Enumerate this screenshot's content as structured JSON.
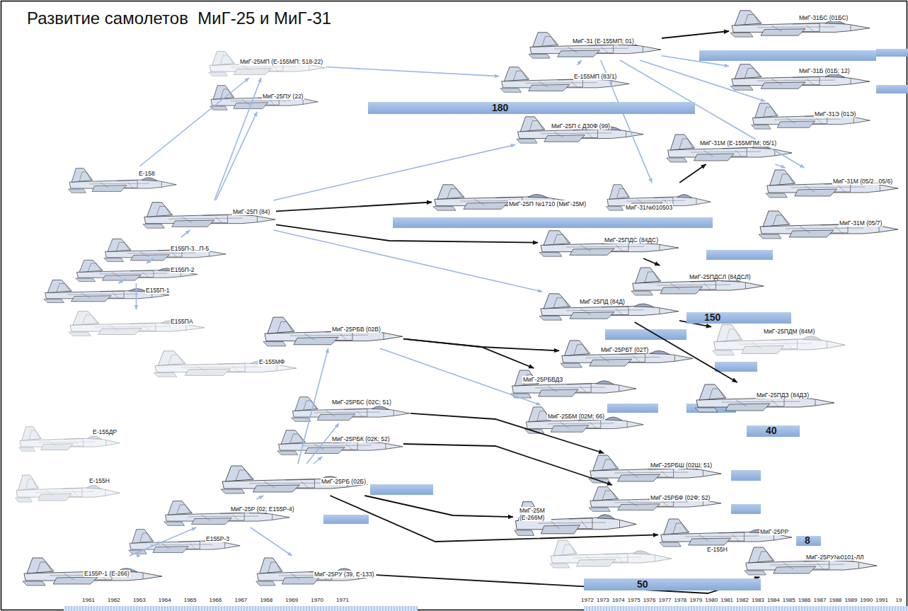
{
  "diagram": {
    "title": "Развитие самолетов  МиГ-25 и МиГ-31",
    "nodes": [
      {
        "text": [
          "Е-158"
        ]
      },
      {
        "text": [
          "МиГ-25МП (Е-155МП; 518-22)"
        ]
      },
      {
        "text": [
          "МиГ-25ПУ (22)"
        ]
      },
      {
        "text": [
          "МиГ-25П (84)"
        ]
      },
      {
        "text": [
          "Е155П-3...П-5"
        ]
      },
      {
        "text": [
          "Е155П-2"
        ]
      },
      {
        "text": [
          "Е155П-1"
        ]
      },
      {
        "text": [
          "Е155ПА"
        ]
      },
      {
        "text": [
          "Е-155МФ"
        ]
      },
      {
        "text": [
          "Е-155ДР"
        ]
      },
      {
        "text": [
          "Е-155Н"
        ]
      },
      {
        "text": [
          "Е155Р-1 (Е-266)"
        ]
      },
      {
        "text": [
          "Е155Р-3"
        ]
      },
      {
        "text": [
          "МиГ-25Р (02; Е155Р-4)"
        ]
      },
      {
        "text": [
          "МиГ-25РУ (39, Е-133)"
        ]
      },
      {
        "text": [
          "МиГ-25РБ (02Б)"
        ]
      },
      {
        "text": [
          "МиГ-25РБК (02К; 52)"
        ]
      },
      {
        "text": [
          "МиГ-25РБС (02С; 51)"
        ]
      },
      {
        "text": [
          "МиГ-25РБВ (02В)"
        ]
      },
      {
        "text": [
          "МиГ-31 (Е-155МП; 01)"
        ]
      },
      {
        "text": [
          "Е-155МП (83/1)"
        ]
      },
      {
        "text": [
          "МиГ-25П с Д30Ф (99)"
        ]
      },
      {
        "text": [
          "МиГ-25П №1710 (МиГ-25М)"
        ]
      },
      {
        "text": [
          "МиГ-31№010503"
        ]
      },
      {
        "text": [
          "МиГ-31БС (01БС)"
        ]
      },
      {
        "text": [
          "МиГ-31Б (01Б; 12)"
        ]
      },
      {
        "text": [
          "МиГ-31Э (01Э)"
        ]
      },
      {
        "text": [
          "МиГ-31М (Е-155МПМ; 05/1)"
        ]
      },
      {
        "text": [
          "МиГ-31М (05/2...05/6)"
        ]
      },
      {
        "text": [
          "МиГ-31М (05/7)"
        ]
      },
      {
        "text": [
          "МиГ-25ПДС (84ДС)"
        ]
      },
      {
        "text": [
          "МиГ-25ПДСЛ (84ДСЛ)"
        ]
      },
      {
        "text": [
          "МиГ-25ПД (84Д)"
        ]
      },
      {
        "text": [
          "МиГ-25ПДМ (84М)"
        ]
      },
      {
        "text": [
          "МиГ-25ПДЗ (84ДЗ)"
        ]
      },
      {
        "text": [
          "МиГ-25РБТ (02Т)"
        ]
      },
      {
        "text": [
          "МиГ-25РБВДЗ"
        ]
      },
      {
        "text": [
          "МиГ-25БМ (02М; 66)"
        ]
      },
      {
        "text": [
          "МиГ-25РБШ (02Ш; 51)"
        ]
      },
      {
        "text": [
          "МиГ-25РБФ (02Ф; 52)"
        ]
      },
      {
        "text": [
          "МиГ-25М (Е-266М)"
        ]
      },
      {
        "text": [
          "МиГ-25РР"
        ]
      },
      {
        "text": [
          "Е-155Н"
        ]
      },
      {
        "text": [
          "МиГ-25РУ№0101-ЛЛ"
        ]
      },
      {
        "text": [
          "180"
        ]
      },
      {
        "text": [
          "150"
        ]
      },
      {
        "text": [
          "40"
        ]
      },
      {
        "text": [
          "8"
        ]
      },
      {
        "text": [
          "50"
        ]
      }
    ],
    "edges": [
      {
        "from": 0,
        "to": 1,
        "arrow": "to"
      },
      {
        "from": 3,
        "to": 1,
        "arrow": "to"
      },
      {
        "from": 3,
        "to": 2,
        "arrow": "to"
      },
      {
        "from": 6,
        "to": 5,
        "arrow": "to"
      },
      {
        "from": 5,
        "to": 4,
        "arrow": "to"
      },
      {
        "from": 4,
        "to": 3,
        "arrow": "to"
      },
      {
        "from": 5,
        "to": 7,
        "arrow": "to"
      },
      {
        "from": 1,
        "to": 20,
        "arrow": "to"
      },
      {
        "from": 20,
        "to": 19,
        "arrow": "to"
      },
      {
        "from": 19,
        "to": 24,
        "arrow": "to"
      },
      {
        "from": 19,
        "to": 25,
        "arrow": "to"
      },
      {
        "from": 19,
        "to": 26,
        "arrow": "to"
      },
      {
        "from": 19,
        "to": 28,
        "arrow": "to"
      },
      {
        "from": 19,
        "to": 23,
        "arrow": "to"
      },
      {
        "from": 23,
        "to": 27,
        "arrow": "to"
      },
      {
        "from": 27,
        "to": 28,
        "arrow": "to"
      },
      {
        "from": 3,
        "to": 21,
        "arrow": "to"
      },
      {
        "from": 3,
        "to": 22,
        "arrow": "to"
      },
      {
        "from": 3,
        "to": 30,
        "arrow": "to"
      },
      {
        "from": 30,
        "to": 31,
        "arrow": "to"
      },
      {
        "from": 3,
        "to": 32,
        "arrow": "to"
      },
      {
        "from": 32,
        "to": 33,
        "arrow": "to"
      },
      {
        "from": 32,
        "to": 34,
        "arrow": "to"
      },
      {
        "from": 18,
        "to": 35,
        "arrow": "to"
      },
      {
        "from": 18,
        "to": 36,
        "arrow": "to"
      },
      {
        "from": 18,
        "to": 37,
        "arrow": "to"
      },
      {
        "from": 11,
        "to": 12,
        "arrow": "to"
      },
      {
        "from": 11,
        "to": 13,
        "arrow": "to"
      },
      {
        "from": 13,
        "to": 14,
        "arrow": "to"
      },
      {
        "from": 13,
        "to": 15,
        "arrow": "to"
      },
      {
        "from": 15,
        "to": 16,
        "arrow": "to"
      },
      {
        "from": 15,
        "to": 17,
        "arrow": "to"
      },
      {
        "from": 15,
        "to": 18,
        "arrow": "to"
      },
      {
        "from": 17,
        "to": 38,
        "arrow": "to"
      },
      {
        "from": 16,
        "to": 39,
        "arrow": "to"
      },
      {
        "from": 15,
        "to": 40,
        "arrow": "to"
      },
      {
        "from": 15,
        "to": 41,
        "arrow": "to"
      },
      {
        "from": 14,
        "to": 43,
        "arrow": "to"
      }
    ],
    "labels": [
      "1961",
      "1962",
      "1963",
      "1964",
      "1965",
      "1966",
      "1967",
      "1968",
      "1969",
      "1970",
      "1971",
      "1972",
      "1973",
      "1974",
      "1975",
      "1976",
      "1977",
      "1978",
      "1979",
      "1980",
      "1981",
      "1982",
      "1983",
      "1984",
      "1985",
      "1986",
      "1987",
      "1988",
      "1989",
      "1990",
      "1991",
      "19"
    ]
  }
}
